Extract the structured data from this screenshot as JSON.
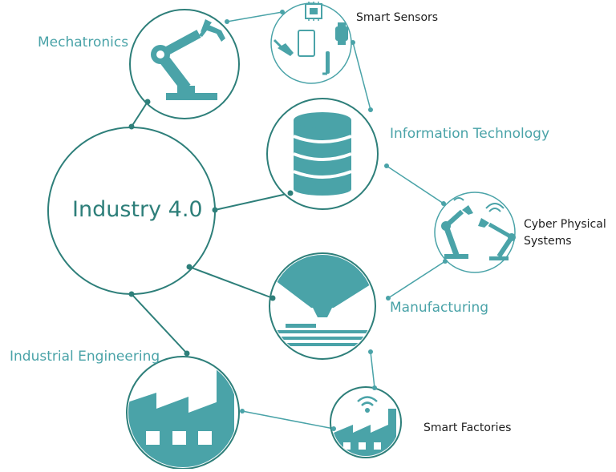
{
  "center": {
    "label": "Industry 4.0"
  },
  "nodes": {
    "mechatronics": "Mechatronics",
    "smart_sensors": "Smart Sensors",
    "information_technology": "Information Technology",
    "cyber_physical": {
      "line1": "Cyber Physical",
      "line2": "Systems"
    },
    "manufacturing": "Manufacturing",
    "industrial_engineering": "Industrial Engineering",
    "smart_factories": "Smart Factories"
  },
  "colors": {
    "teal": "#4aa3a8",
    "dark_teal": "#2e7f7a",
    "text_dark": "#1e1e1e",
    "background": "#ffffff"
  }
}
